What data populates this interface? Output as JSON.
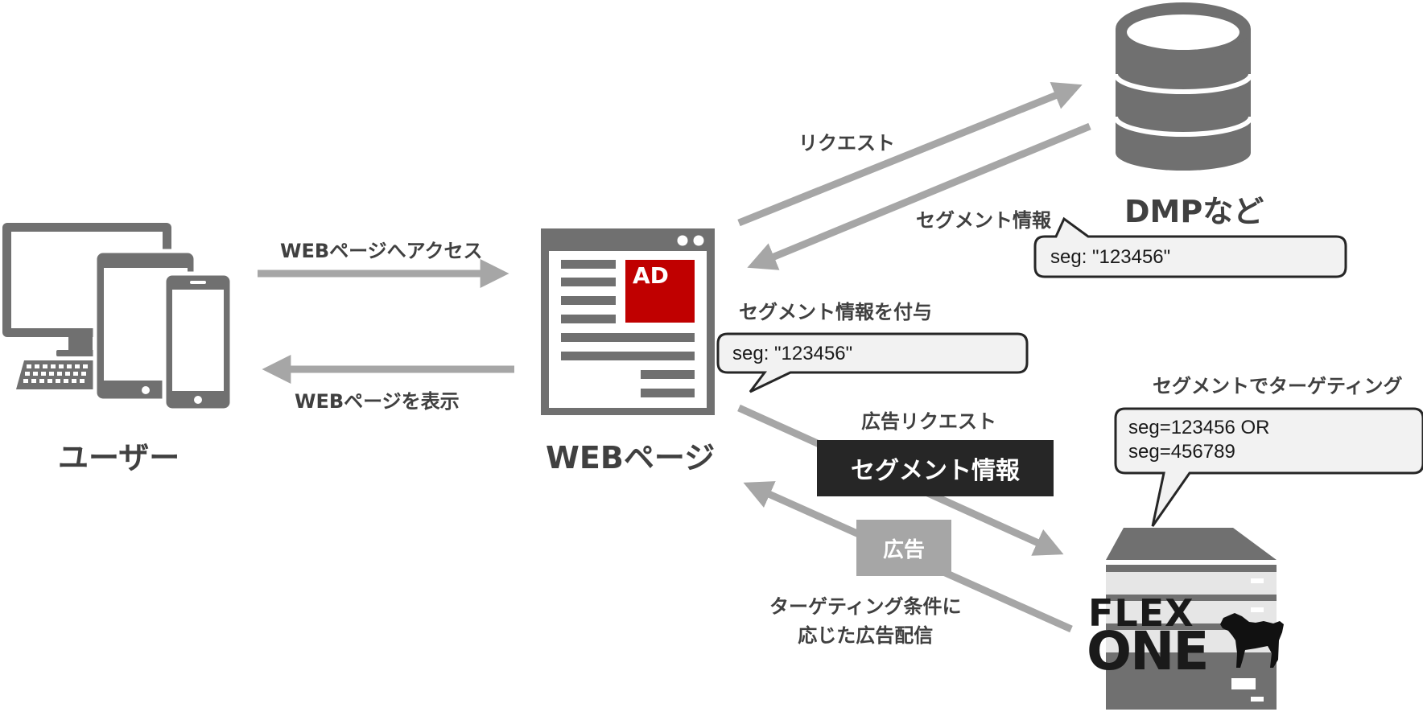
{
  "nodes": {
    "user": {
      "label": "ユーザー"
    },
    "webpage": {
      "label": "WEBページ",
      "ad_label": "AD"
    },
    "dmp": {
      "label": "DMPなど"
    },
    "flexone": {
      "logo_line1": "FLEX",
      "logo_line2": "ONE"
    }
  },
  "edges": {
    "access": "WEBページへアクセス",
    "display": "WEBページを表示",
    "request": "リクエスト",
    "segment_info_return": "セグメント情報",
    "attach_segment": "セグメント情報を付与",
    "ad_request": "広告リクエスト",
    "ad_request_box": "セグメント情報",
    "ad_box": "広告",
    "targeted_delivery_line1": "ターゲティング条件に",
    "targeted_delivery_line2": "応じた広告配信",
    "targeting": "セグメントでターゲティング"
  },
  "bubbles": {
    "dmp_segment": "seg: \"123456\"",
    "webpage_segment": "seg: \"123456\"",
    "targeting_line1": "seg=123456 OR",
    "targeting_line2": "seg=456789"
  },
  "colors": {
    "icon_gray": "#707070",
    "arrow_gray": "#a6a6a6",
    "ad_red": "#c00000",
    "bubble_fill": "#f2f2f2",
    "dark_box": "#262626",
    "text_dark": "#404040"
  }
}
